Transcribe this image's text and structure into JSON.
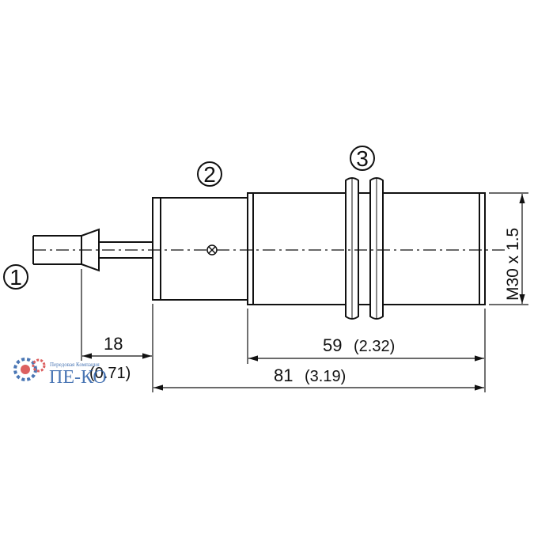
{
  "callouts": {
    "c1": "1",
    "c2": "2",
    "c3": "3"
  },
  "dimensions": {
    "cable_gland_length": "18",
    "cable_gland_length_inch": "(0.71)",
    "thread_length": "59",
    "thread_length_inch": "(2.32)",
    "overall_length": "81",
    "overall_length_inch": "(3.19)",
    "thread_spec": "M30 x 1.5"
  },
  "watermark": {
    "brand": "ПЕ-КО",
    "tagline": "Передовая Компания",
    "color": "#2b5fa8",
    "gear_color": "#d64545"
  },
  "colors": {
    "line": "#111111",
    "background": "#ffffff"
  }
}
